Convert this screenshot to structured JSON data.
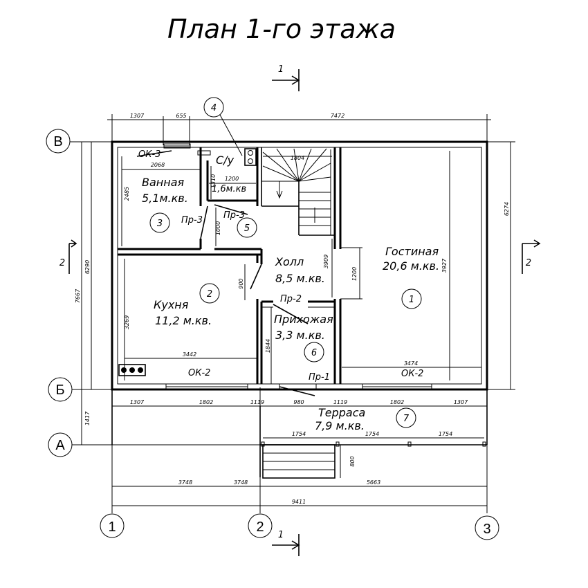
{
  "title": "План 1-го этажа",
  "section_mark": {
    "number": "1",
    "side_number": "2"
  },
  "axes": {
    "horizontal": [
      "В",
      "Б",
      "А"
    ],
    "vertical": [
      "1",
      "2",
      "3"
    ]
  },
  "rooms": [
    {
      "name": "Гостиная",
      "area": "20,6 м.кв.",
      "number": "1"
    },
    {
      "name": "Кухня",
      "area": "11,2 м.кв.",
      "number": "2"
    },
    {
      "name": "Ванная",
      "area": "5,1м.кв.",
      "number": "3"
    },
    {
      "name": "С/у",
      "area": "1,6м.кв",
      "number": "4"
    },
    {
      "name": "Холл",
      "area": "8,5 м.кв.",
      "number": "5"
    },
    {
      "name": "Прихожая",
      "area": "3,3 м.кв.",
      "number": "6"
    },
    {
      "name": "Терраса",
      "area": "7,9 м.кв.",
      "number": "7"
    }
  ],
  "openings": {
    "ok3": "ОК-3",
    "ok2_left": "ОК-2",
    "ok2_right": "ОК-2",
    "pr1": "Пр-1",
    "pr2": "Пр-2",
    "pr3_a": "Пр-3",
    "pr3_b": "Пр-3"
  },
  "dimensions": {
    "top_1307": "1307",
    "top_655": "655",
    "top_7472": "7472",
    "bath_2068": "2068",
    "wc_1200": "1200",
    "wc_1310": "1310",
    "stair_1804": "1804",
    "bath_2485": "2485",
    "bath_1000": "1000",
    "hall_3909": "3909",
    "hall_1200": "1200",
    "living_3927": "3927",
    "right_6274": "6274",
    "left_6290": "6290",
    "left_7667": "7667",
    "left_1417": "1417",
    "door_900": "900",
    "kitchen_3269": "3269",
    "kitchen_3442": "3442",
    "entry_1844": "1844",
    "living_3474": "3474",
    "bot_1307_a": "1307",
    "bot_1802_a": "1802",
    "bot_1119_a": "1119",
    "bot_980": "980",
    "bot_1119_b": "1119",
    "bot_1802_b": "1802",
    "bot_1307_b": "1307",
    "ter_1754_a": "1754",
    "ter_1754_b": "1754",
    "ter_1754_c": "1754",
    "steps_800": "800",
    "axis_3748": "3748",
    "axis_5663": "5663",
    "axis_9411": "9411"
  }
}
